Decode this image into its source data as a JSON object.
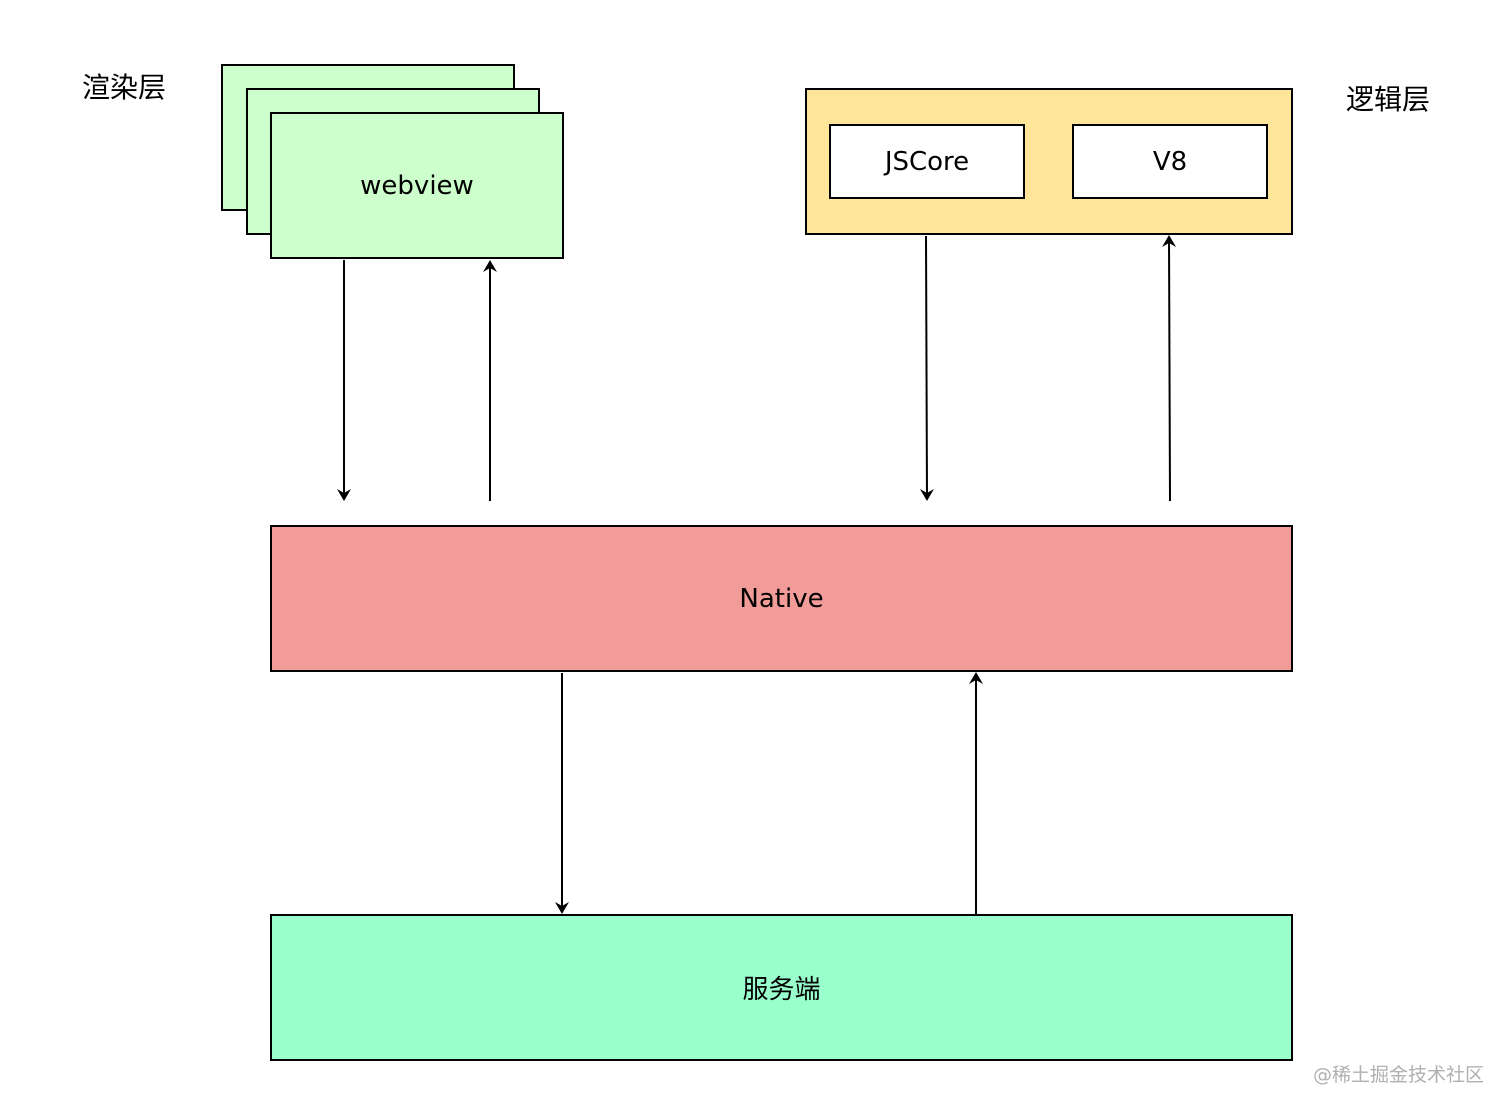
{
  "labels": {
    "render_layer": "渲染层",
    "logic_layer": "逻辑层"
  },
  "boxes": {
    "webview": "webview",
    "jscore": "JSCore",
    "v8": "V8",
    "native": "Native",
    "server": "服务端"
  },
  "arrows": [
    {
      "from": "webview",
      "to": "native"
    },
    {
      "from": "native",
      "to": "webview"
    },
    {
      "from": "jscore",
      "to": "native"
    },
    {
      "from": "native",
      "to": "v8"
    },
    {
      "from": "native",
      "to": "server"
    },
    {
      "from": "server",
      "to": "native"
    }
  ],
  "watermark": "@稀土掘金技术社区",
  "colors": {
    "webview_fill": "#ccffcc",
    "logic_fill": "#ffe599",
    "native_fill": "#f19c99",
    "server_fill": "#99ffcc",
    "stroke": "#000000"
  }
}
